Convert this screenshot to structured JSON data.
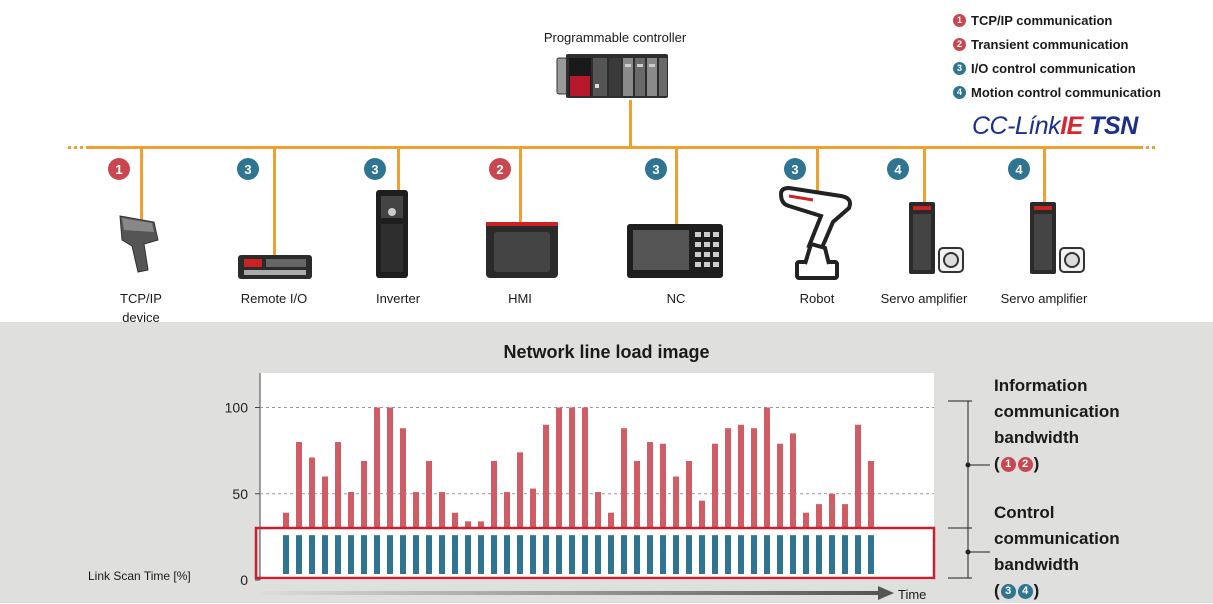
{
  "controller": {
    "label": "Programmable controller"
  },
  "legend": [
    {
      "num": "1",
      "label": "TCP/IP communication",
      "color": "#c9474f"
    },
    {
      "num": "2",
      "label": "Transient communication",
      "color": "#c9474f"
    },
    {
      "num": "3",
      "label": "I/O control communication",
      "color": "#2f7490"
    },
    {
      "num": "4",
      "label": "Motion control communication",
      "color": "#2f7490"
    }
  ],
  "logo": {
    "part1": "CC-Línk",
    "part2": "IE",
    "part3": " TSN"
  },
  "devices": [
    {
      "badge": "1",
      "label": "TCP/IP device",
      "label_lines": [
        "TCP/IP",
        "device"
      ],
      "badge_color": "#c9474f",
      "icon": "barcode-scanner-icon"
    },
    {
      "badge": "3",
      "label": "Remote I/O",
      "label_lines": [
        "Remote I/O"
      ],
      "badge_color": "#2f7490",
      "icon": "remote-io-icon"
    },
    {
      "badge": "3",
      "label": "Inverter",
      "label_lines": [
        "Inverter"
      ],
      "badge_color": "#2f7490",
      "icon": "inverter-icon"
    },
    {
      "badge": "2",
      "label": "HMI",
      "label_lines": [
        "HMI"
      ],
      "badge_color": "#c9474f",
      "icon": "hmi-icon"
    },
    {
      "badge": "3",
      "label": "NC",
      "label_lines": [
        "NC"
      ],
      "badge_color": "#2f7490",
      "icon": "nc-icon"
    },
    {
      "badge": "3",
      "label": "Robot",
      "label_lines": [
        "Robot"
      ],
      "badge_color": "#2f7490",
      "icon": "robot-icon"
    },
    {
      "badge": "4",
      "label": "Servo amplifier",
      "label_lines": [
        "Servo amplifier"
      ],
      "badge_color": "#2f7490",
      "icon": "servo-amplifier-icon"
    },
    {
      "badge": "4",
      "label": "Servo amplifier",
      "label_lines": [
        "Servo amplifier"
      ],
      "badge_color": "#2f7490",
      "icon": "servo-amplifier-icon"
    }
  ],
  "chart_data": {
    "type": "bar",
    "title": "Network line load image",
    "ylabel": "Link Scan Time [%]",
    "xlabel": "Time",
    "yticks": [
      0,
      50,
      100
    ],
    "ylim": [
      0,
      120
    ],
    "grid": true,
    "series": [
      {
        "name": "Information communication bandwidth",
        "color": "#d05c66",
        "values": [
          39,
          80,
          71,
          60,
          80,
          51,
          69,
          100,
          100,
          88,
          51,
          69,
          51,
          39,
          34,
          34,
          69,
          51,
          74,
          53,
          90,
          100,
          100,
          100,
          51,
          39,
          88,
          69,
          80,
          79,
          60,
          69,
          46,
          79,
          88,
          90,
          88,
          100,
          79,
          85,
          39,
          44,
          50,
          44,
          90,
          69
        ]
      },
      {
        "name": "Control communication bandwidth",
        "color": "#2f7490",
        "values": [
          26,
          26,
          26,
          26,
          26,
          26,
          26,
          26,
          26,
          26,
          26,
          26,
          26,
          26,
          26,
          26,
          26,
          26,
          26,
          26,
          26,
          26,
          26,
          26,
          26,
          26,
          26,
          26,
          26,
          26,
          26,
          26,
          26,
          26,
          26,
          26,
          26,
          26,
          26,
          26,
          26,
          26,
          26,
          26,
          26,
          26
        ]
      }
    ]
  },
  "bandwidth": {
    "info": {
      "lines": [
        "Information",
        "communication",
        "bandwidth"
      ],
      "markers": [
        "1",
        "2"
      ]
    },
    "control": {
      "lines": [
        "Control",
        "communication",
        "bandwidth"
      ],
      "markers": [
        "3",
        "4"
      ]
    }
  }
}
